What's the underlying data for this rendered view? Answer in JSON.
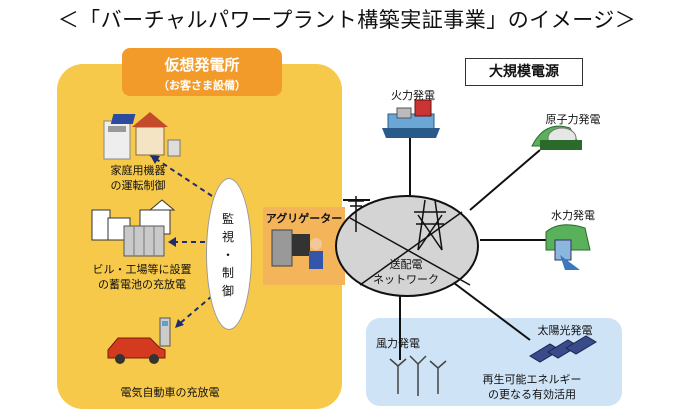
{
  "title": "＜「バーチャルパワープラント構築実証事業」のイメージ＞",
  "vpp": {
    "header": "仮想発電所",
    "subheader": "（お客さま設備）",
    "home_label_1": "家庭用機器",
    "home_label_2": "の運転制御",
    "battery_label_1": "ビル・工場等に設置",
    "battery_label_2": "の蓄電池の充放電",
    "ev_label": "電気自動車の充放電",
    "monitor_control": [
      "監",
      "視",
      "・",
      "制",
      "御"
    ],
    "aggregator": "アグリゲーター"
  },
  "large_scale": {
    "title": "大規模電源",
    "thermal": "火力発電",
    "nuclear": "原子力発電",
    "hydro": "水力発電",
    "wind": "風力発電",
    "solar": "太陽光発電",
    "renewable_1": "再生可能エネルギー",
    "renewable_2": "の更なる有効活用",
    "network_1": "送配電",
    "network_2": "ネットワーク"
  }
}
